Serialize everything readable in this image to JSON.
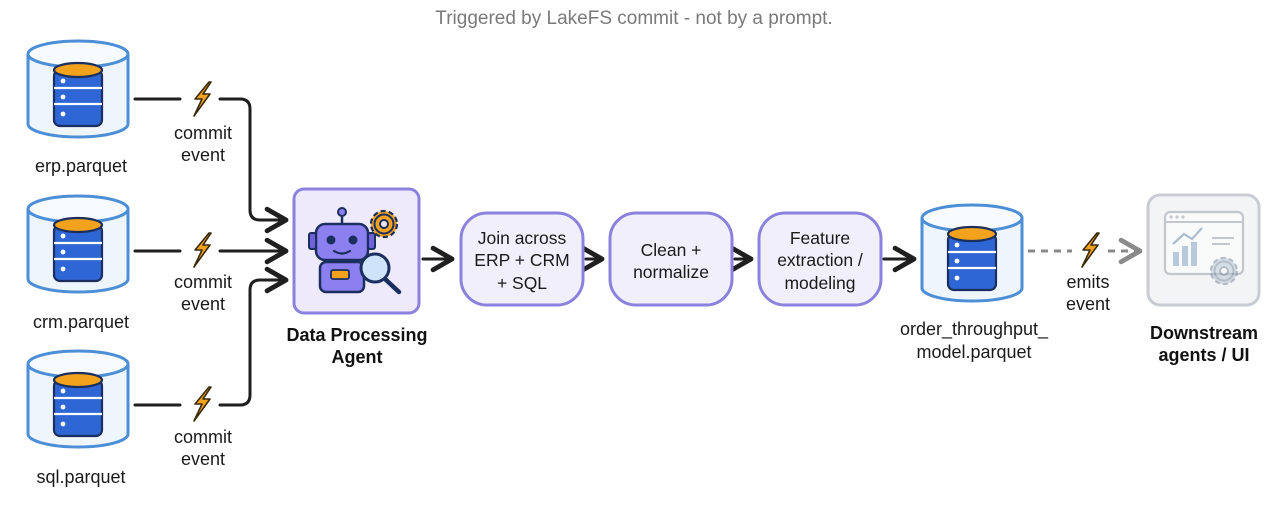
{
  "caption": "Triggered by LakeFS commit - not by a prompt.",
  "sources": [
    {
      "name": "erp.parquet",
      "event_line1": "commit",
      "event_line2": "event"
    },
    {
      "name": "crm.parquet",
      "event_line1": "commit",
      "event_line2": "event"
    },
    {
      "name": "sql.parquet",
      "event_line1": "commit",
      "event_line2": "event"
    }
  ],
  "agent": {
    "line1": "Data Processing",
    "line2": "Agent"
  },
  "steps": [
    {
      "line1": "Join across",
      "line2": "ERP + CRM",
      "line3": "+ SQL"
    },
    {
      "line1": "Clean +",
      "line2": "normalize"
    },
    {
      "line1": "Feature",
      "line2": "extraction /",
      "line3": "modeling"
    }
  ],
  "output": {
    "line1": "order_throughput_",
    "line2": "model.parquet"
  },
  "emit": {
    "line1": "emits",
    "line2": "event"
  },
  "downstream": {
    "line1": "Downstream",
    "line2": "agents / UI"
  },
  "colors": {
    "cylinder_fill": "#eef5fc",
    "cylinder_stroke": "#4d8fd6",
    "db_blue": "#2f66d6",
    "db_orange": "#f2a21c",
    "lightning": "#f2a21c",
    "agent_fill": "#eeeafc",
    "agent_stroke": "#8c82de",
    "step_fill": "#f1effc",
    "step_stroke": "#8c82de",
    "downstream_fill": "#f3f4f6",
    "downstream_stroke": "#c9cdd3",
    "arrow": "#1f1f1f",
    "dashed_arrow": "#8a8a8a"
  }
}
